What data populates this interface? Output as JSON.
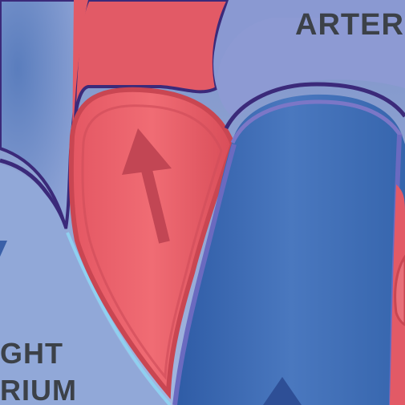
{
  "labels": {
    "top_right": "ARTER",
    "bottom_left_line1": "GHT",
    "bottom_left_line2": "RIUM"
  },
  "colors": {
    "background": "#8da6d4",
    "vein_blue": "#3f6bb0",
    "vein_blue_light": "#6f8fc8",
    "artery_red": "#e8606a",
    "artery_red_dark": "#c94652",
    "outline": "#3b2a7a",
    "membrane": "#8fd0f0",
    "label": "#3c4148"
  },
  "icons": {
    "up_arrow_red": "arrow-up-icon",
    "up_arrow_blue": "arrow-up-icon",
    "down_arrow_blue": "arrow-down-icon"
  }
}
